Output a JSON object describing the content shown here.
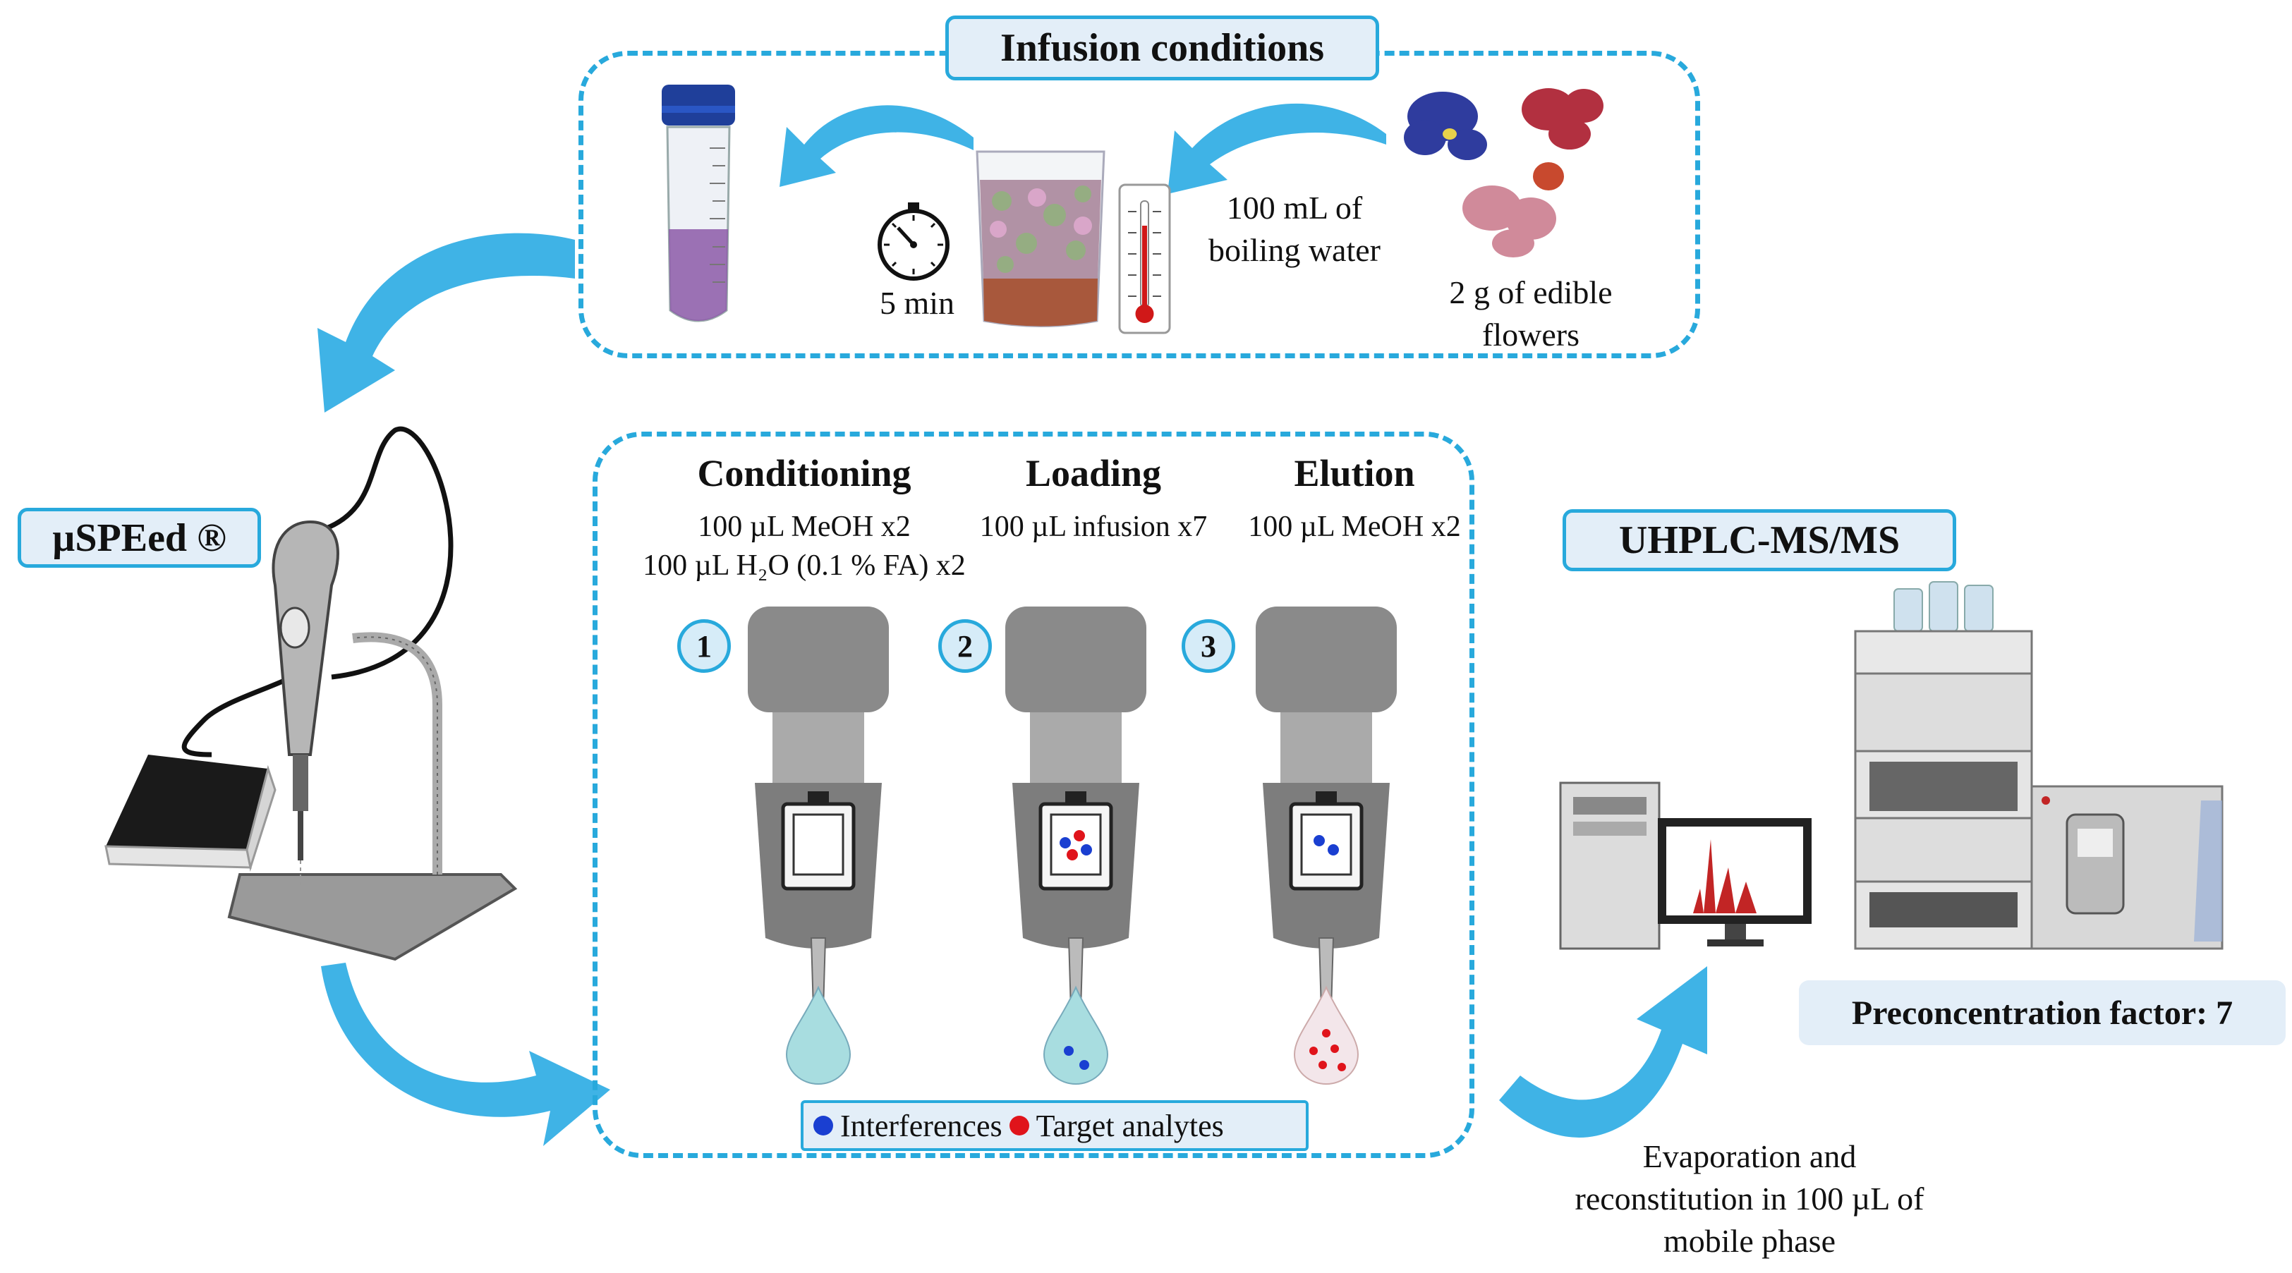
{
  "infusion": {
    "title": "Infusion conditions",
    "time_label": "5 min",
    "water_label": "100 mL of boiling water",
    "flowers_label": "2 g of edible flowers"
  },
  "device": {
    "title": "µSPEed ®"
  },
  "steps": [
    {
      "number": "1",
      "title": "Conditioning",
      "line1": "100 µL MeOH x2",
      "line2": "100 µL H₂O (0.1 % FA) x2"
    },
    {
      "number": "2",
      "title": "Loading",
      "line1": "100 µL infusion x7"
    },
    {
      "number": "3",
      "title": "Elution",
      "line1": "100 µL MeOH x2"
    }
  ],
  "legend": {
    "interferences": "Interferences",
    "targets": "Target analytes",
    "interference_color": "#1a3fd1",
    "target_color": "#e0141b"
  },
  "analysis": {
    "title": "UHPLC-MS/MS",
    "factor": "Preconcentration factor: 7",
    "evaporation": "Evaporation and reconstitution in 100 µL of mobile phase"
  },
  "colors": {
    "accent": "#28a9dc",
    "box_fill": "#e3eef8",
    "arrow": "#3fb3e6"
  },
  "icons": [
    "tube-icon",
    "beaker-icon",
    "stopwatch-icon",
    "thermometer-icon",
    "flowers-icon",
    "spe-device-icon",
    "pipette-tip-icon",
    "droplet-icon",
    "computer-icon",
    "hplc-instrument-icon"
  ]
}
